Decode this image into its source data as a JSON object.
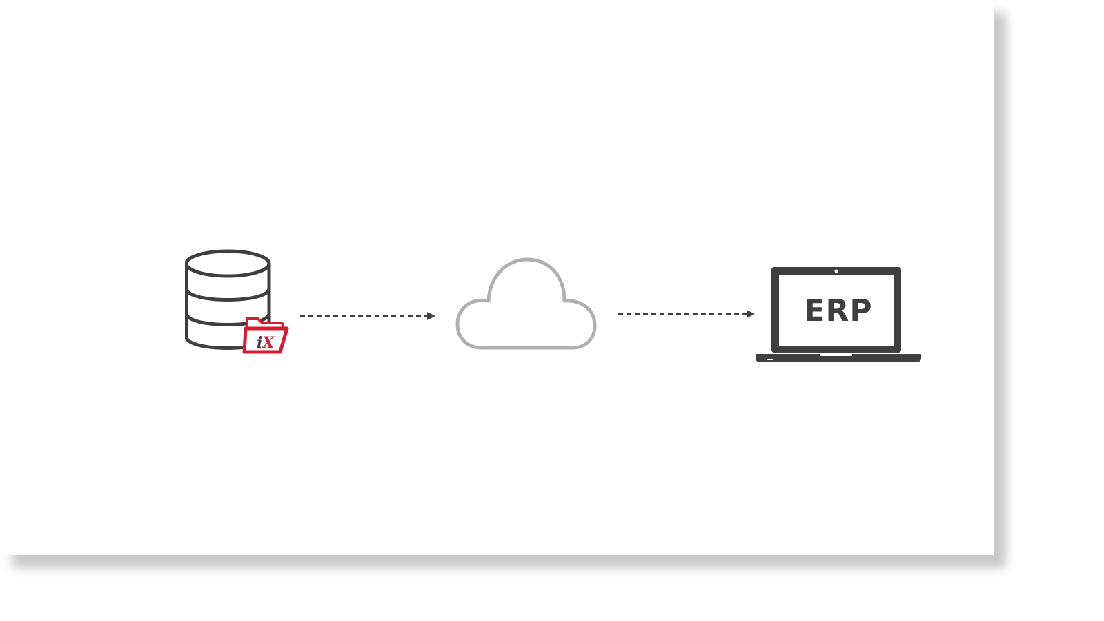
{
  "diagram": {
    "nodes": [
      {
        "id": "database",
        "icon": "database-icon",
        "badge_icon": "ix-folder-icon",
        "badge_text": "iX"
      },
      {
        "id": "cloud",
        "icon": "cloud-icon"
      },
      {
        "id": "erp",
        "icon": "laptop-icon",
        "label": "ERP"
      }
    ],
    "edges": [
      {
        "from": "database",
        "to": "cloud",
        "style": "dashed-arrow"
      },
      {
        "from": "cloud",
        "to": "erp",
        "style": "dashed-arrow"
      }
    ]
  },
  "colors": {
    "dark_gray": "#3f3f3f",
    "cloud_gray": "#b0b0b0",
    "accent_red": "#d81b32",
    "background": "#ffffff"
  }
}
